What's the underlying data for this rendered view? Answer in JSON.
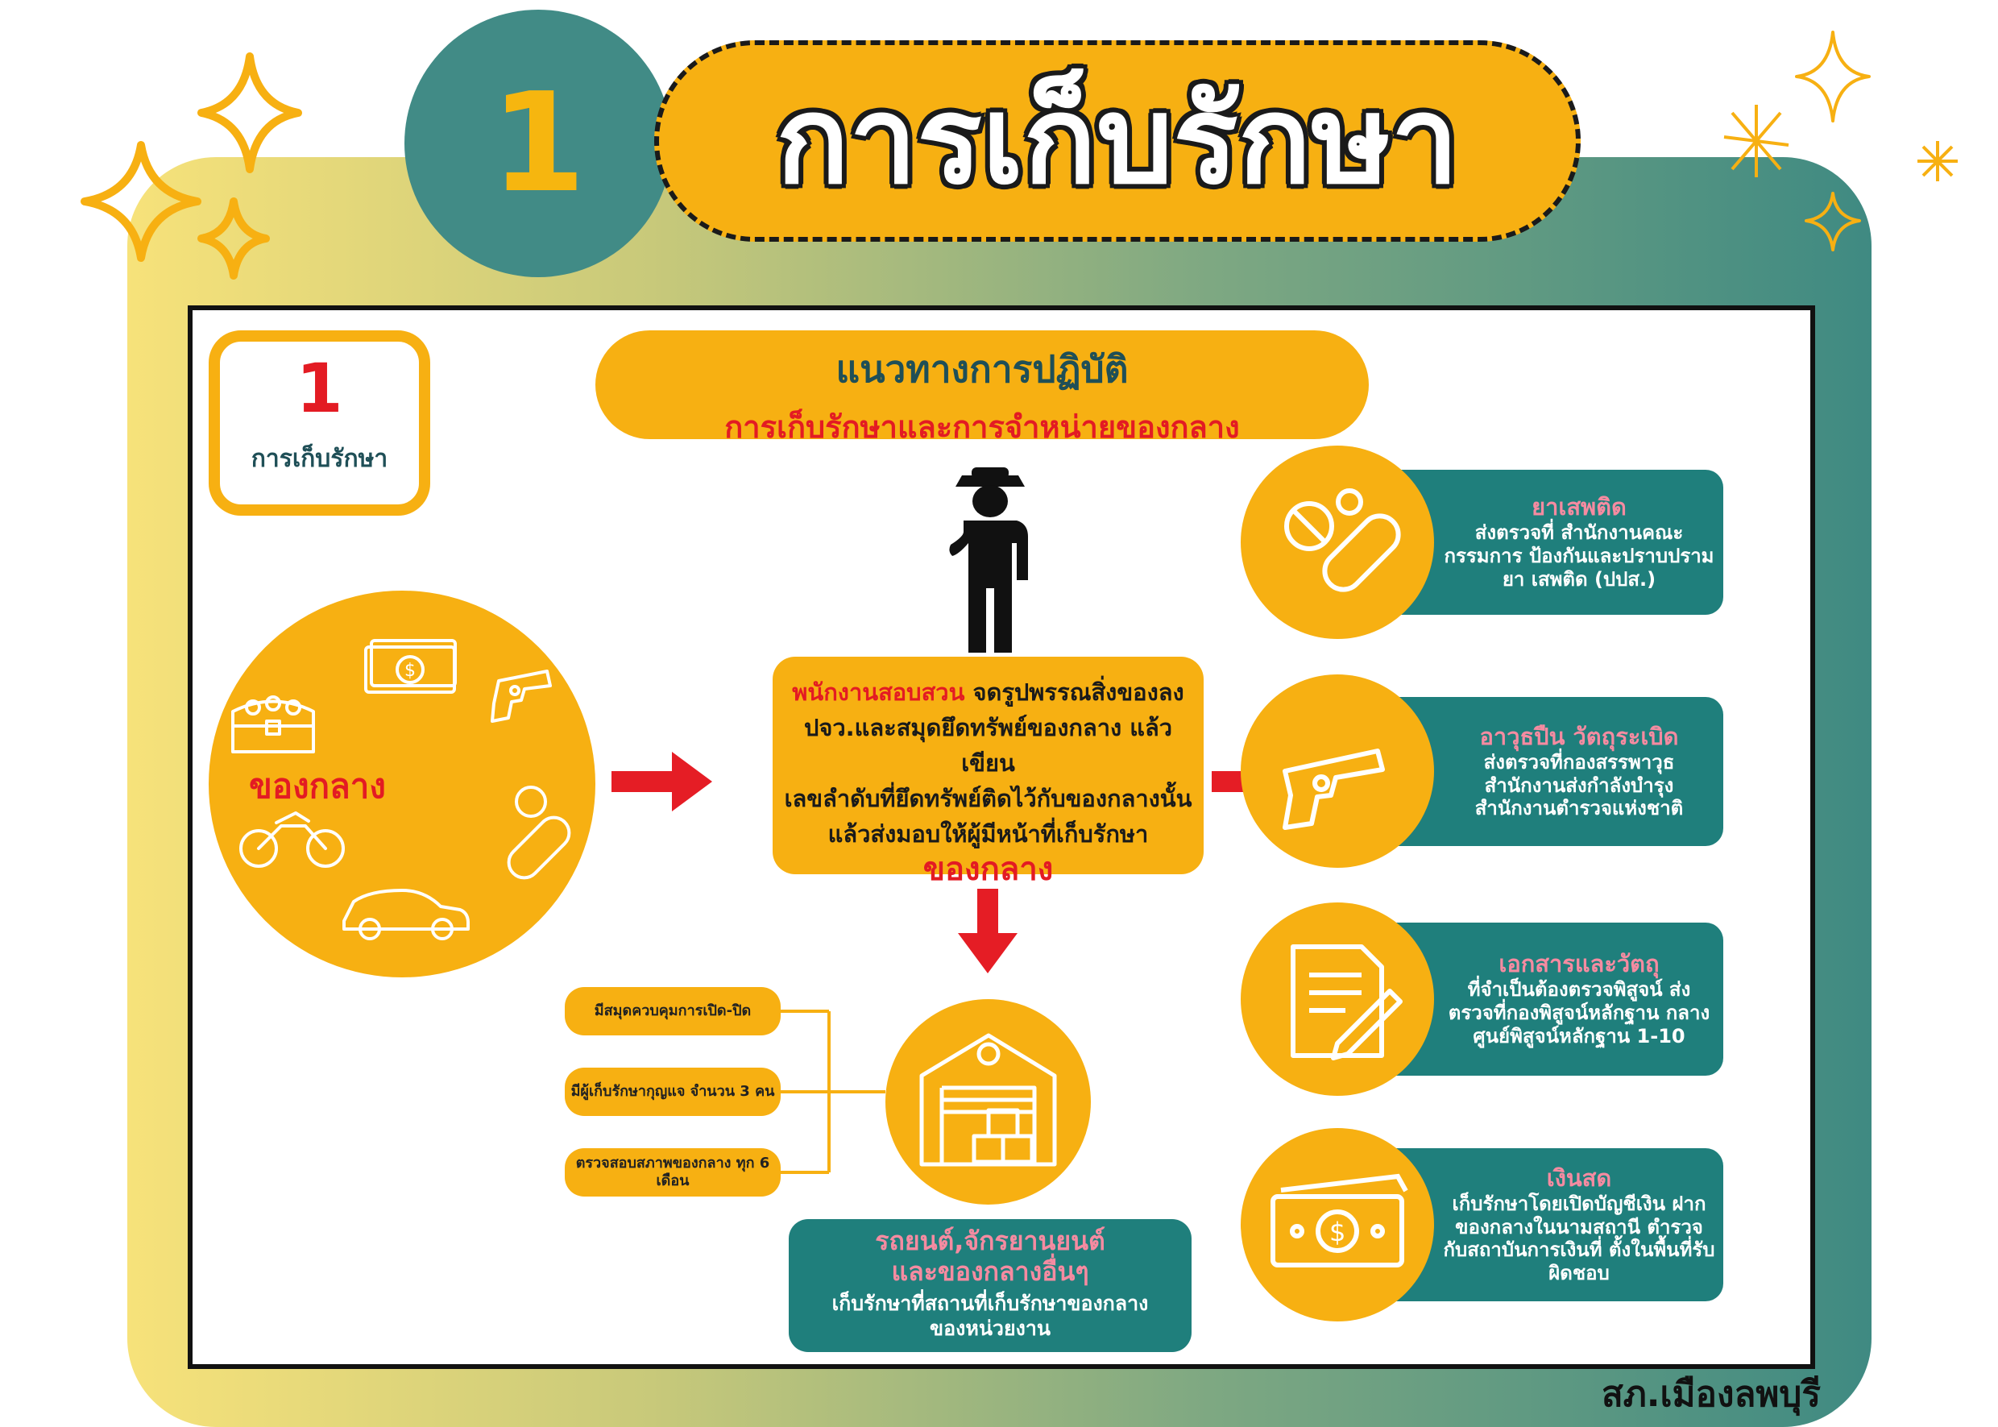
{
  "header": {
    "number": "1",
    "title": "การเก็บรักษา"
  },
  "badge": {
    "number": "1",
    "label": "การเก็บรักษา"
  },
  "guideline": {
    "line1": "แนวทางการปฏิบัติ",
    "line2": "การเก็บรักษาและการจำหน่ายของกลาง"
  },
  "evidence_label": "ของกลาง",
  "center_box": {
    "highlight": "พนักงานสอบสวน",
    "line1_rest": " จดรูปพรรณสิ่งของลง",
    "line2": "ปจว.และสมุดยึดทรัพย์ของกลาง แล้วเขียน",
    "line3": "เลขลำดับที่ยึดทรัพย์ติดไว้กับของกลางนั้น",
    "line4": "แล้วส่งมอบให้ผู้มีหน้าที่เก็บรักษา",
    "line5": "ของกลาง"
  },
  "storage_rules": [
    "มีสมุดควบคุมการเปิด-ปิด",
    "มีผู้เก็บรักษากุญแจ จำนวน 3 คน",
    "ตรวจสอบสภาพของกลาง ทุก 6 เดือน"
  ],
  "vehicles_box": {
    "heading": "รถยนต์,จักรยานยนต์ และของกลางอื่นๆ",
    "body": "เก็บรักษาที่สถานที่เก็บรักษาของกลาง ของหน่วยงาน"
  },
  "right_cards": [
    {
      "heading": "ยาเสพติด",
      "body": "ส่งตรวจที่ สำนักงานคณะกรรมการ ป้องกันและปราบปรามยา เสพติด (ปปส.)"
    },
    {
      "heading": "อาวุธปืน วัตถุระเบิด",
      "body": "ส่งตรวจที่กองสรรพาวุธ สำนักงานส่งกำลังบำรุง สำนักงานตำรวจแห่งชาติ"
    },
    {
      "heading": "เอกสารและวัตถุ",
      "body": "ที่จำเป็นต้องตรวจพิสูจน์ ส่ง ตรวจที่กองพิสูจน์หลักฐาน กลาง ศูนย์พิสูจน์หลักฐาน 1-10"
    },
    {
      "heading": "เงินสด",
      "body": "เก็บรักษาโดยเปิดบัญชีเงิน ฝากของกลางในนามสถานี ตำรวจ กับสถาบันการเงินที่ ตั้งในพื้นที่รับผิดชอบ"
    }
  ],
  "footer": "สภ.เมืองลพบุรี",
  "colors": {
    "orange": "#f7b012",
    "teal": "#1f7f7c",
    "red": "#e31b23",
    "pink": "#f58ba1",
    "header_teal": "#418b86"
  }
}
